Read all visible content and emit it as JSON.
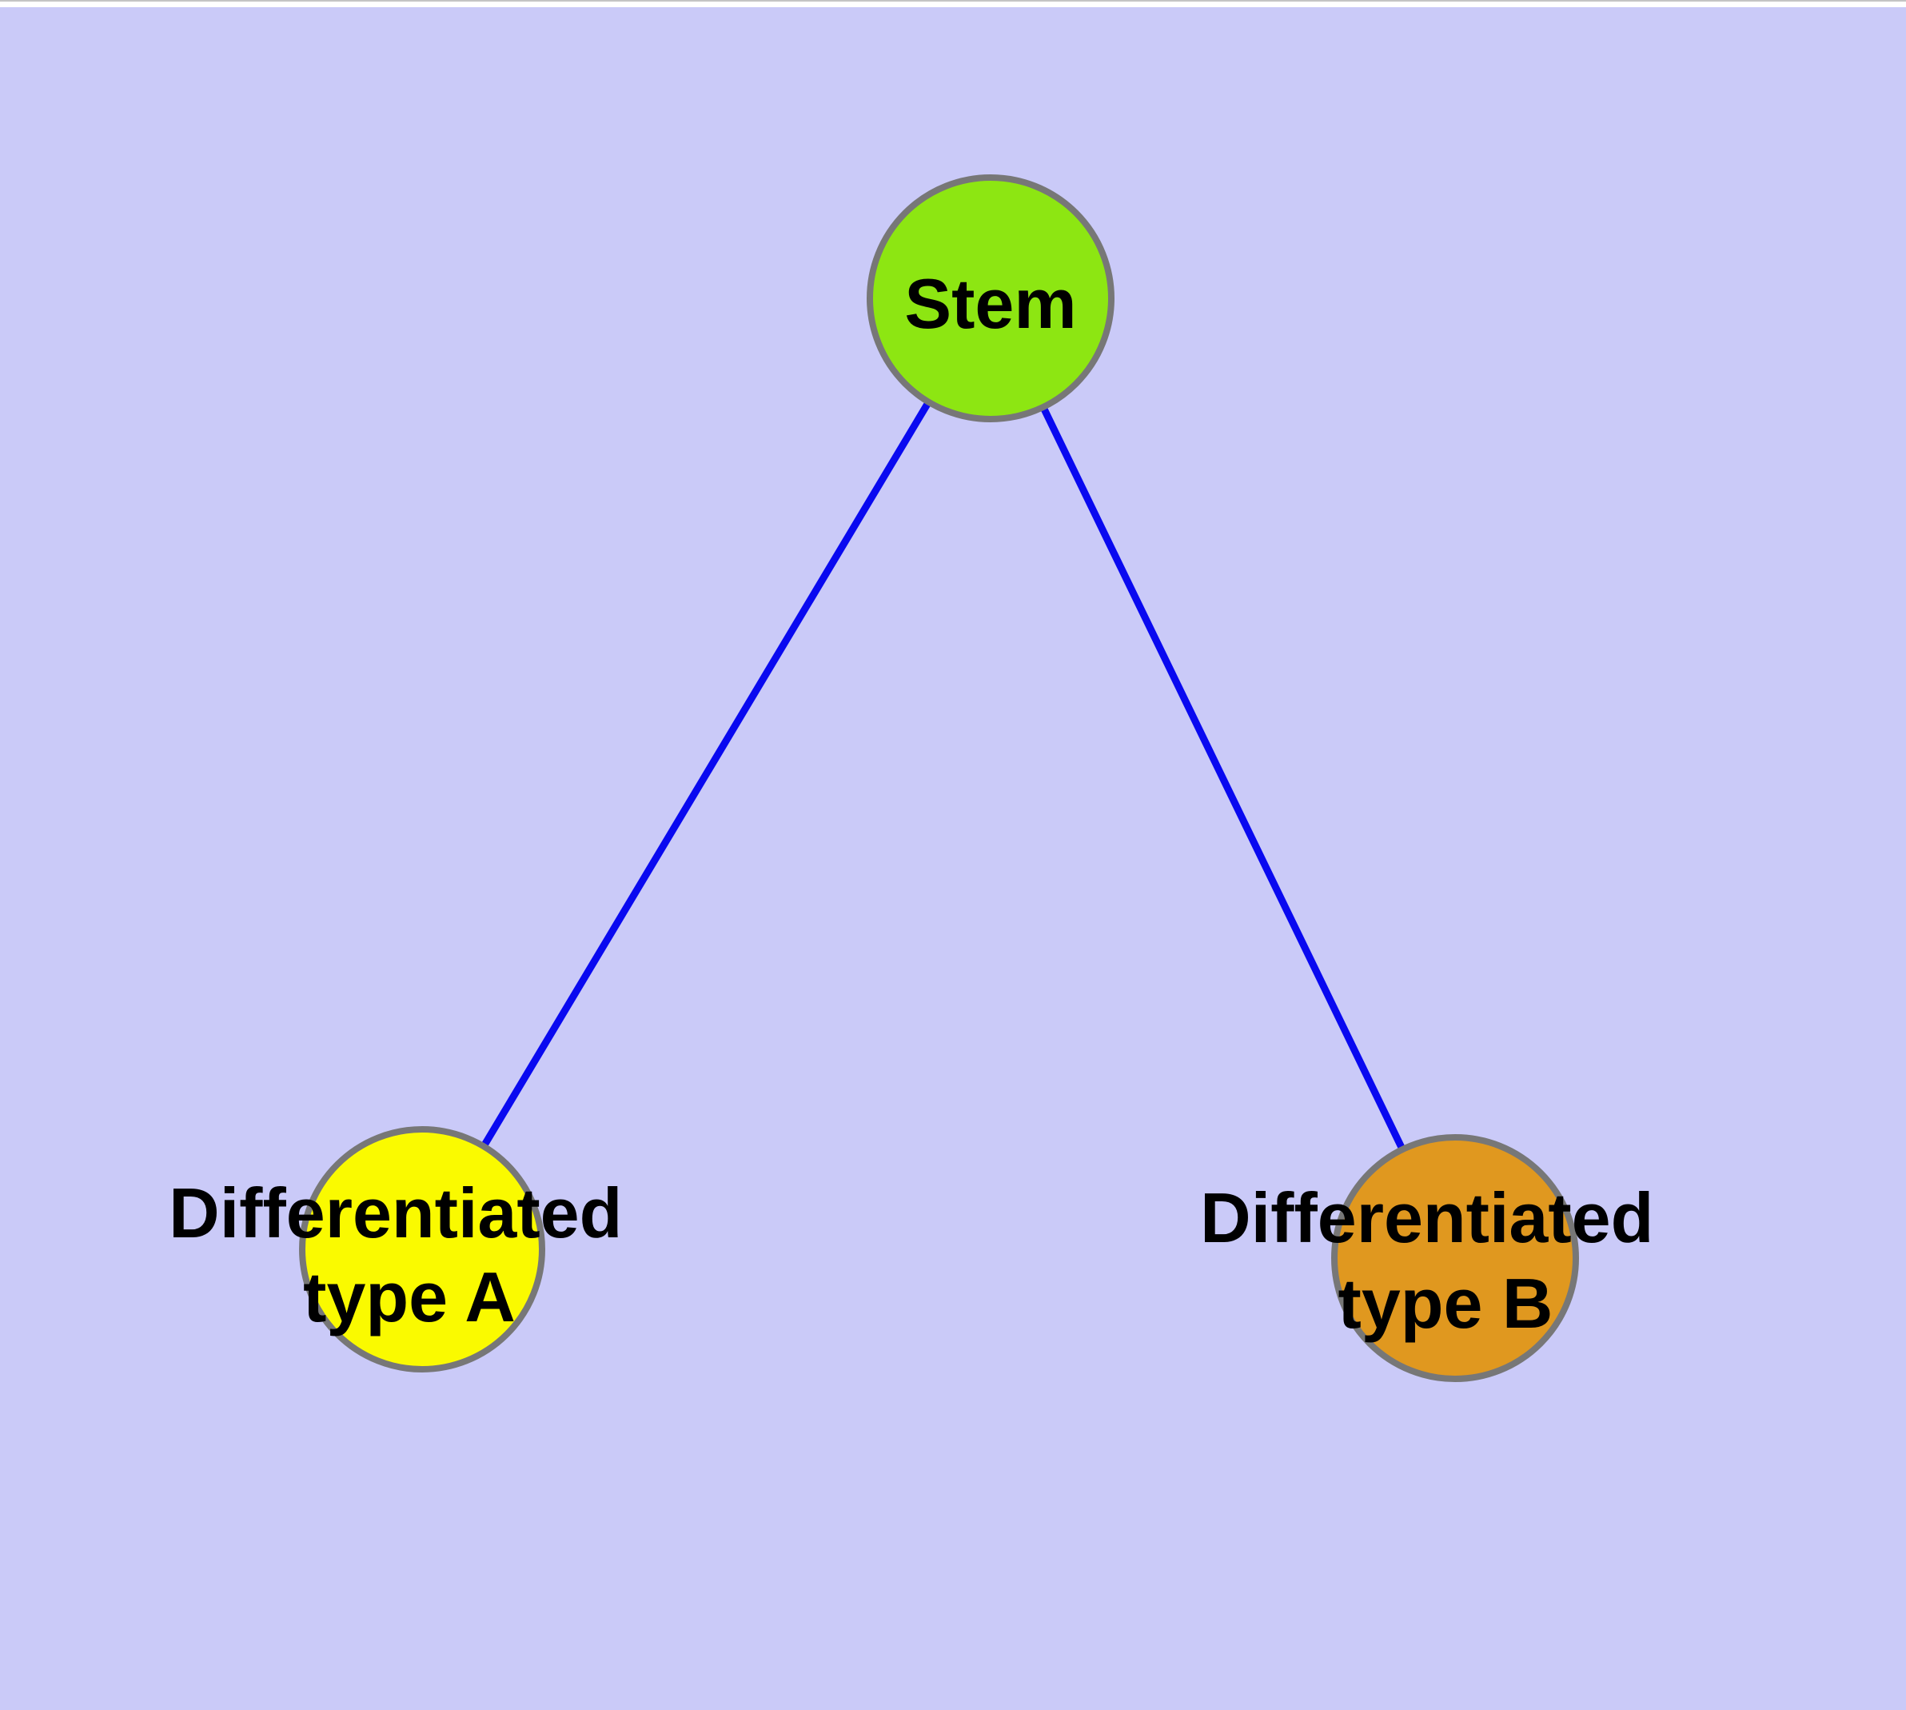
{
  "diagram": {
    "type": "graph",
    "background_color": "#cacaf8",
    "edge_color": "#0909f0",
    "node_border_color": "#777777",
    "nodes": [
      {
        "id": "stem",
        "label": "Stem",
        "label_lines": [
          "Stem"
        ],
        "fill": "#8de612",
        "shape": "circle"
      },
      {
        "id": "differentiated-type-a",
        "label": "Differentiated type A",
        "label_lines": [
          "Differentiated",
          "type A"
        ],
        "fill": "#fafa00",
        "shape": "circle"
      },
      {
        "id": "differentiated-type-b",
        "label": "Differentiated type B",
        "label_lines": [
          "Differentiated",
          "type B"
        ],
        "fill": "#e0981f",
        "shape": "circle"
      }
    ],
    "edges": [
      {
        "from": "stem",
        "to": "differentiated-type-a"
      },
      {
        "from": "stem",
        "to": "differentiated-type-b"
      }
    ]
  }
}
